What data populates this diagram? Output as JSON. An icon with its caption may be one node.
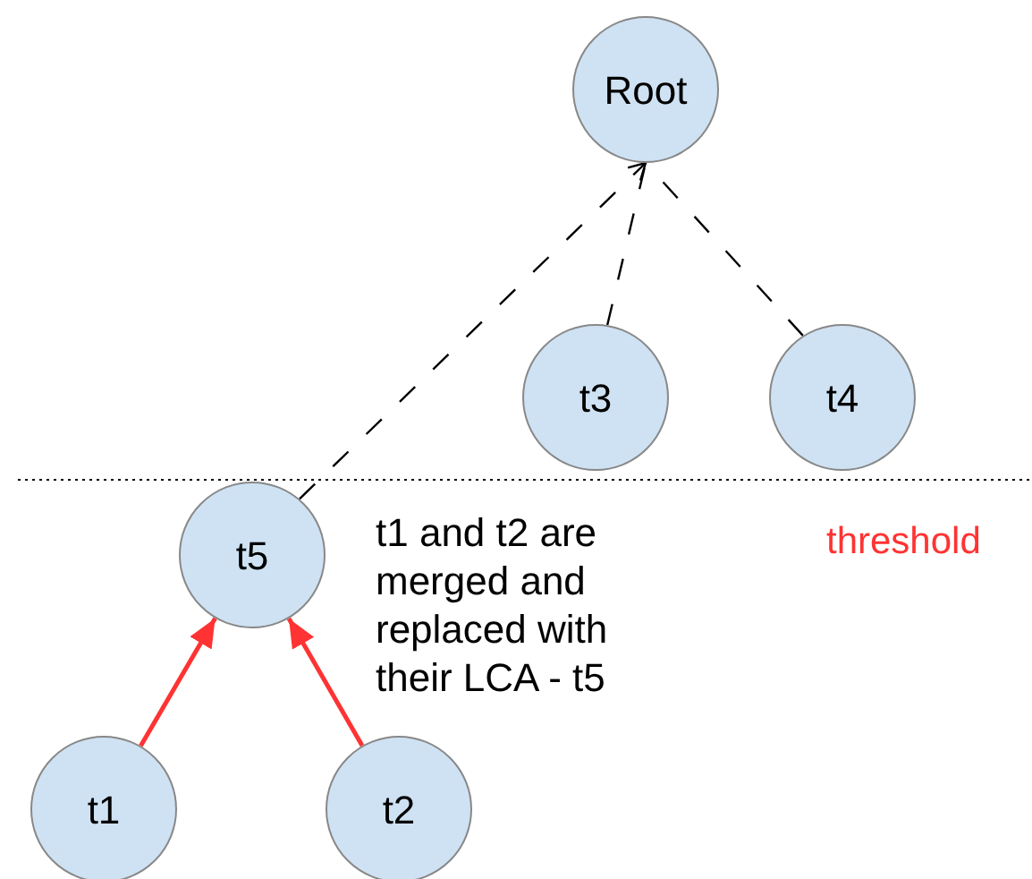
{
  "diagram": {
    "nodes": [
      {
        "text": [
          "Root"
        ]
      },
      {
        "text": [
          "t3"
        ]
      },
      {
        "text": [
          "t4"
        ]
      },
      {
        "text": [
          "t5"
        ]
      },
      {
        "text": [
          "t1"
        ]
      },
      {
        "text": [
          "t2"
        ]
      }
    ],
    "edges": [
      {
        "from": 3,
        "to": 0,
        "arrow": "to",
        "style": "dashed"
      },
      {
        "from": 1,
        "to": 0,
        "arrow": "none",
        "style": "dashed"
      },
      {
        "from": 2,
        "to": 0,
        "arrow": "none",
        "style": "dashed"
      },
      {
        "from": 4,
        "to": 3,
        "arrow": "to",
        "color": "#ff3333"
      },
      {
        "from": 5,
        "to": 3,
        "arrow": "to",
        "color": "#ff3333"
      }
    ],
    "labels": [
      "t1 and t2 are merged and replaced with their LCA - t5",
      "threshold"
    ]
  }
}
